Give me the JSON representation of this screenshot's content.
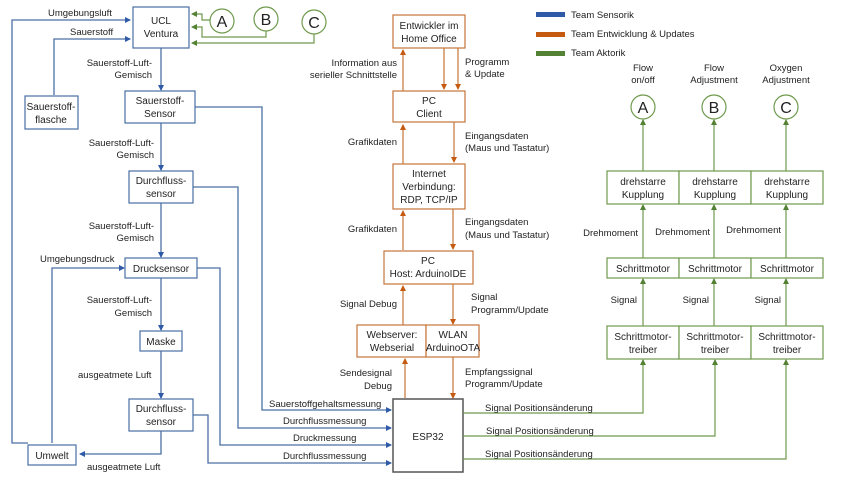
{
  "legend": [
    {
      "label": "Team Sensorik",
      "color": "#2e5aa7"
    },
    {
      "label": "Team Entwicklung & Updates",
      "color": "#c55a11"
    },
    {
      "label": "Team Aktorik",
      "color": "#548235"
    }
  ],
  "colors": {
    "sensorik_line": "#4a6fa5",
    "entwicklung_line": "#c5763a",
    "aktorik_line": "#6f9a4e",
    "esp_border": "#555555"
  },
  "sensorik": {
    "boxes": {
      "ucl": [
        "UCL",
        "Ventura"
      ],
      "flasche": [
        "Sauerstoff-",
        "flasche"
      ],
      "o2sensor": [
        "Sauerstoff-",
        "Sensor"
      ],
      "flow1": [
        "Durchfluss-",
        "sensor"
      ],
      "druck": [
        "Drucksensor"
      ],
      "maske": [
        "Maske"
      ],
      "flow2": [
        "Durchfluss-",
        "sensor"
      ],
      "umwelt": [
        "Umwelt"
      ]
    },
    "labels": {
      "umgebungsluft": "Umgebungsluft",
      "sauerstoff": "Sauerstoff",
      "gemisch1": [
        "Sauerstoff-Luft-",
        "Gemisch"
      ],
      "gemisch2": [
        "Sauerstoff-Luft-",
        "Gemisch"
      ],
      "gemisch3": [
        "Sauerstoff-Luft-",
        "Gemisch"
      ],
      "gemisch4": [
        "Sauerstoff-Luft-",
        "Gemisch"
      ],
      "umgebungsdruck": "Umgebungsdruck",
      "ausgeatmet1": "ausgeatmete Luft",
      "ausgeatmet2": "ausgeatmete Luft",
      "m1": "Sauerstoffgehaltsmessung",
      "m2": "Durchflussmessung",
      "m3": "Druckmessung",
      "m4": "Durchflussmessung"
    }
  },
  "entwicklung": {
    "boxes": {
      "entwickler": [
        "Entwickler im",
        "Home Office"
      ],
      "client": [
        "PC",
        "Client"
      ],
      "internet": [
        "Internet",
        "Verbindung:",
        "RDP, TCP/IP"
      ],
      "host": [
        "PC",
        "Host: ArduinoIDE"
      ],
      "webserver": [
        "Webserver:",
        "Webserial"
      ],
      "wlan": [
        "WLAN",
        "ArduinoOTA"
      ],
      "esp32": [
        "ESP32"
      ]
    },
    "labels": {
      "info": [
        "Information aus",
        "serieller Schnittstelle"
      ],
      "programm": [
        "Programm",
        "& Update"
      ],
      "grafik1": "Grafikdaten",
      "eingang1": [
        "Eingangsdaten",
        "(Maus und Tastatur)"
      ],
      "grafik2": "Grafikdaten",
      "eingang2": [
        "Eingangsdaten",
        "(Maus und Tastatur)"
      ],
      "sigdebug": "Signal Debug",
      "sigprog": [
        "Signal",
        "Programm/Update"
      ],
      "sendedebug": [
        "Sendesignal",
        "Debug"
      ],
      "empfang": [
        "Empfangssignal",
        "Programm/Update"
      ]
    }
  },
  "aktorik": {
    "circles": [
      "A",
      "B",
      "C"
    ],
    "functions": [
      [
        "Flow",
        "on/off"
      ],
      [
        "Flow",
        "Adjustment"
      ],
      [
        "Oxygen",
        "Adjustment"
      ]
    ],
    "kupplung": [
      "drehstarre",
      "Kupplung"
    ],
    "motor": "Schrittmotor",
    "treiber": [
      "Schrittmotor-",
      "treiber"
    ],
    "drehmoment": "Drehmoment",
    "signal": "Signal",
    "positions": "Signal Positionsänderung"
  }
}
